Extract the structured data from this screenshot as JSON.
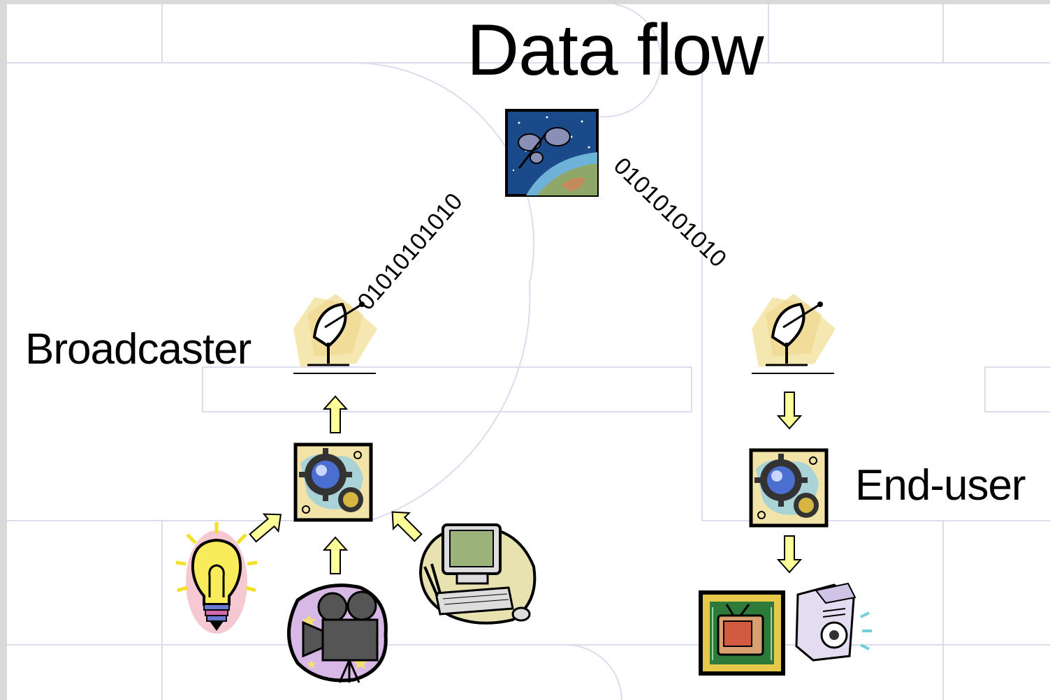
{
  "slide": {
    "title": "Data flow",
    "broadcaster_label": "Broadcaster",
    "enduser_label": "End-user",
    "uplink_bits": "01010101010",
    "downlink_bits": "01010101010"
  },
  "icons": [
    "satellite-icon",
    "broadcast-dish-icon",
    "receiver-dish-icon",
    "encoder-gears-icon",
    "decoder-gears-icon",
    "lightbulb-icon",
    "movie-camera-icon",
    "computer-icon",
    "television-icon",
    "speaker-icon"
  ],
  "colors": {
    "background": "#ffffff",
    "frame": "#d9d9d9",
    "grid_lines": "#dcdcf0",
    "arrow_fill": "#ffff99",
    "text": "#000000"
  }
}
